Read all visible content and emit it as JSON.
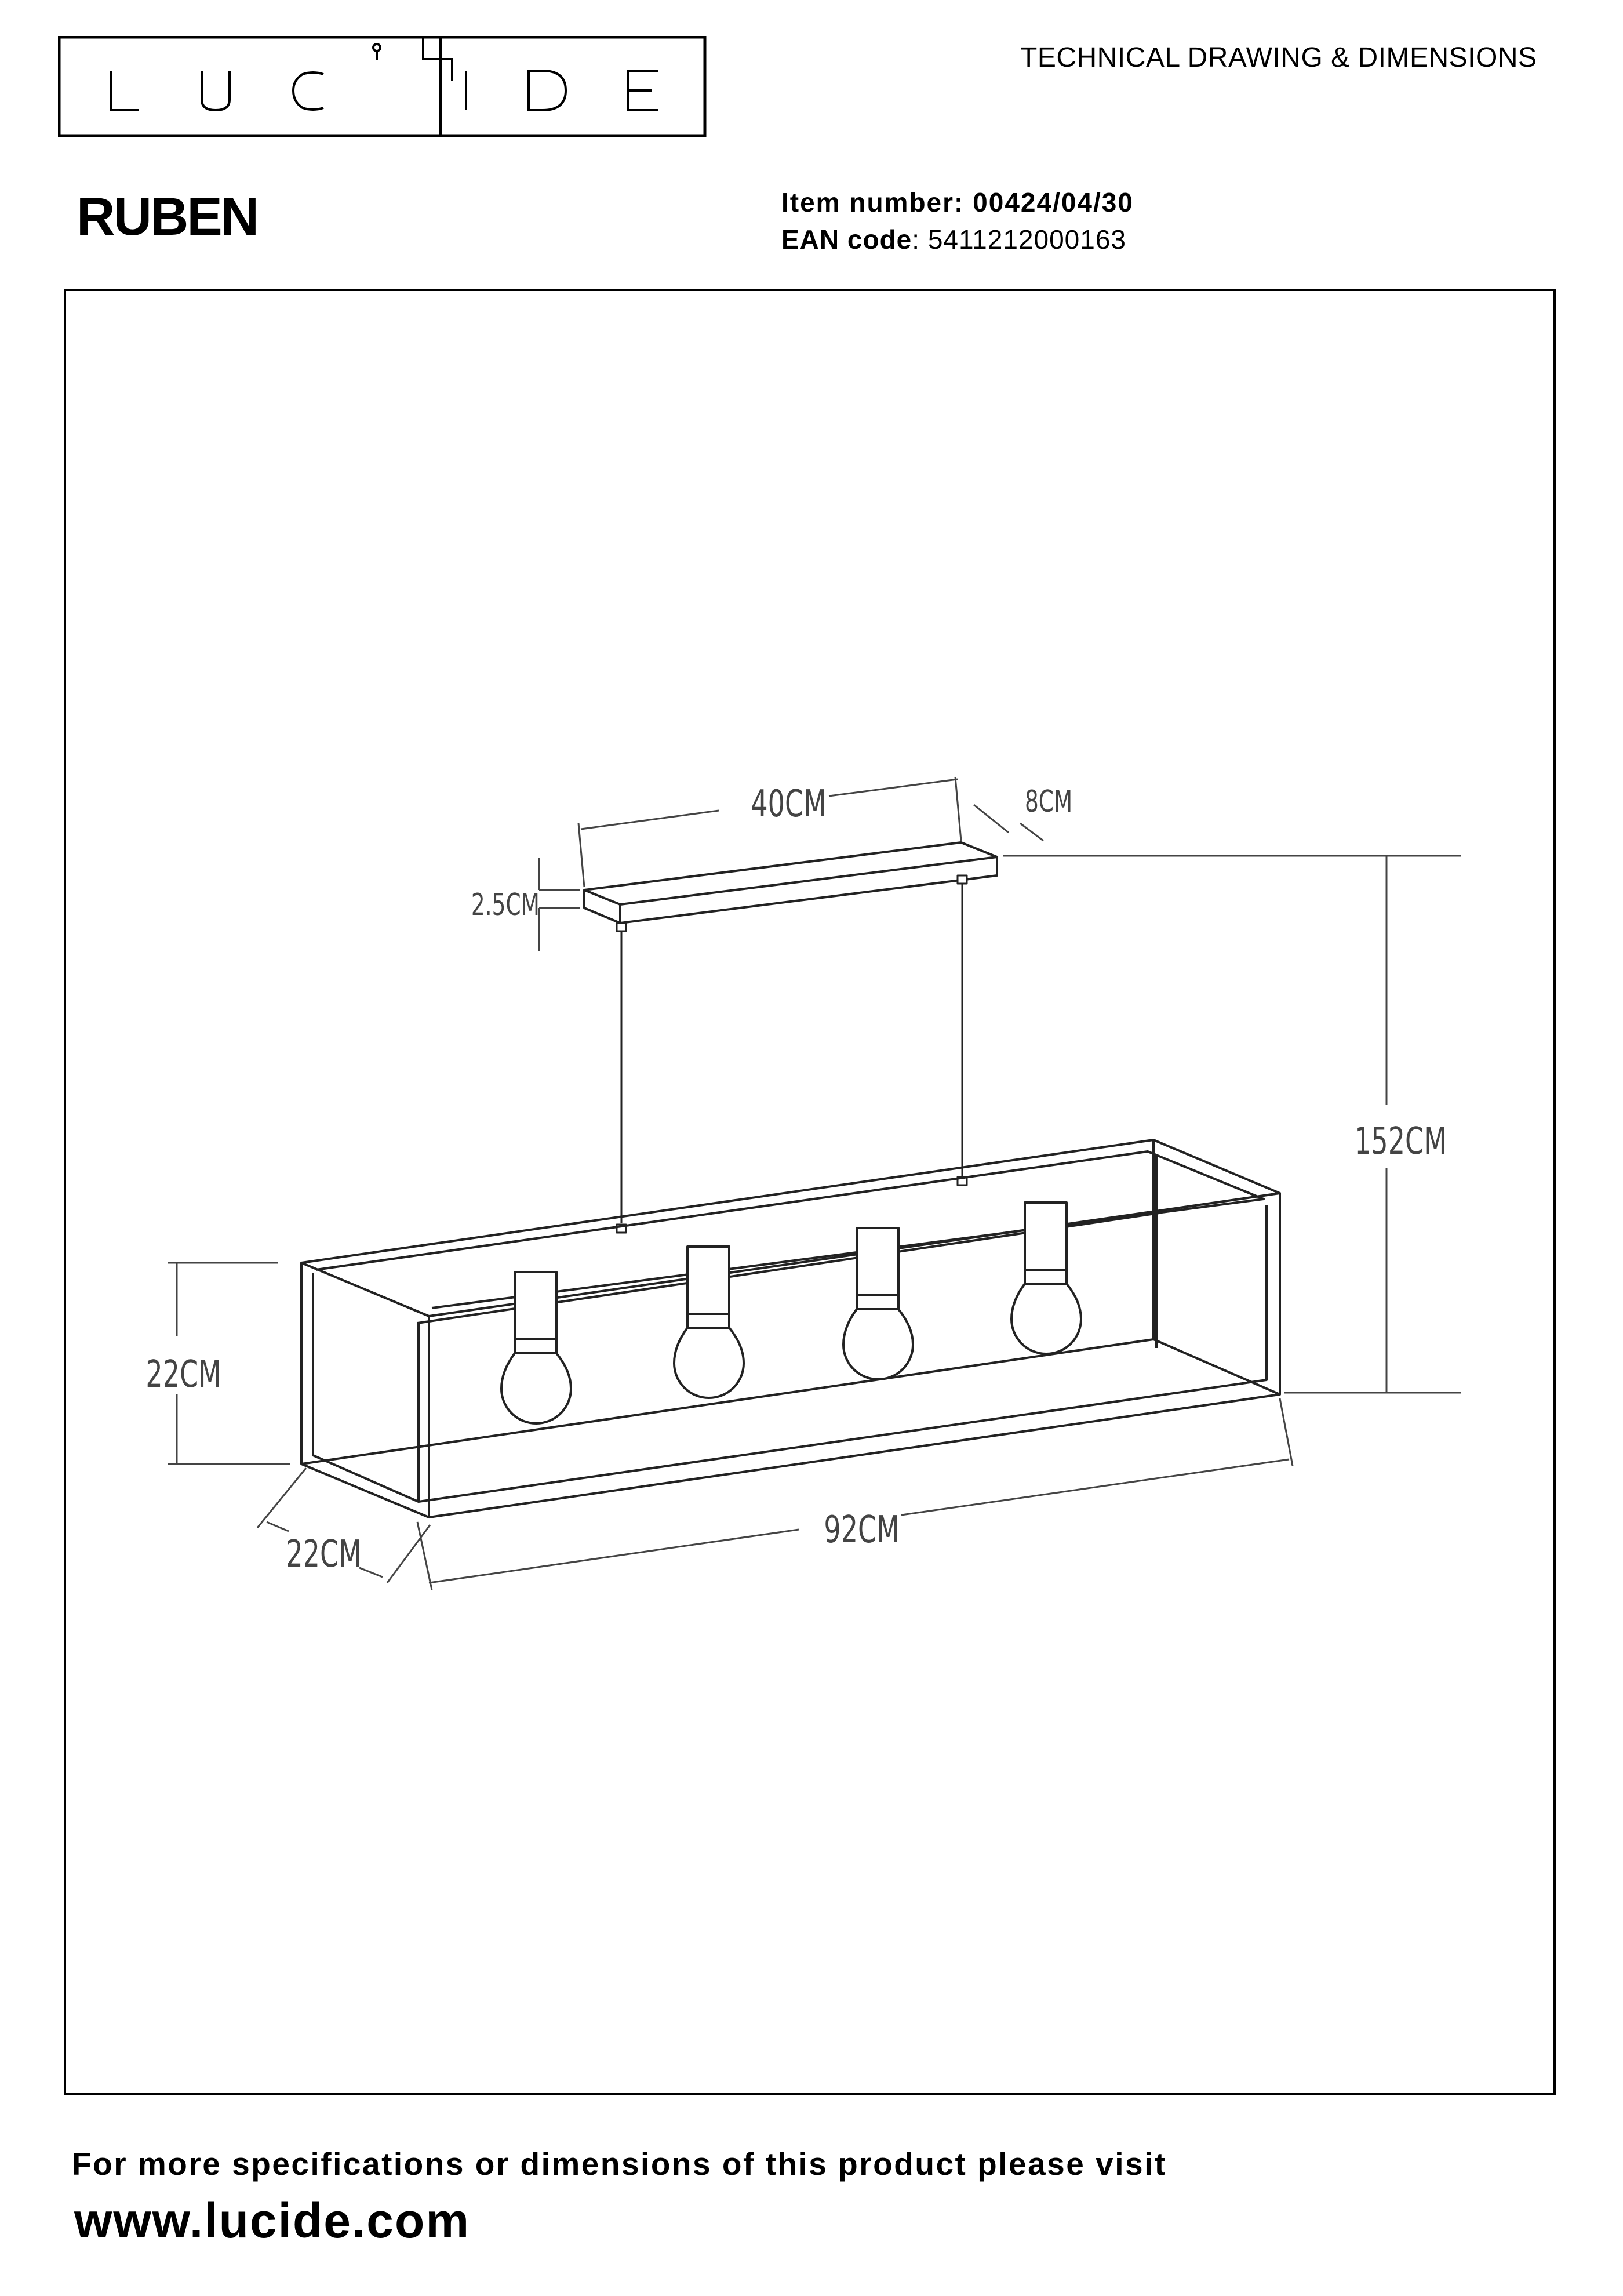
{
  "header": {
    "brand_letters": [
      "L",
      "U",
      "C",
      "I",
      "D",
      "E"
    ],
    "doc_type": "TECHNICAL DRAWING & DIMENSIONS",
    "product_name": "RUBEN",
    "item_label": "Item number:",
    "item_value": "00424/04/30",
    "ean_label": "EAN code",
    "ean_value": ": 5411212000163"
  },
  "drawing": {
    "dimensions": {
      "canopy_length": "40CM",
      "canopy_depth": "8CM",
      "canopy_height": "2.5CM",
      "total_height": "152CM",
      "frame_height": "22CM",
      "frame_length": "92CM",
      "frame_depth": "22CM"
    },
    "bulb_count": 4
  },
  "footer": {
    "text": "For more specifications or dimensions of this product please visit",
    "url": "www.lucide.com"
  }
}
